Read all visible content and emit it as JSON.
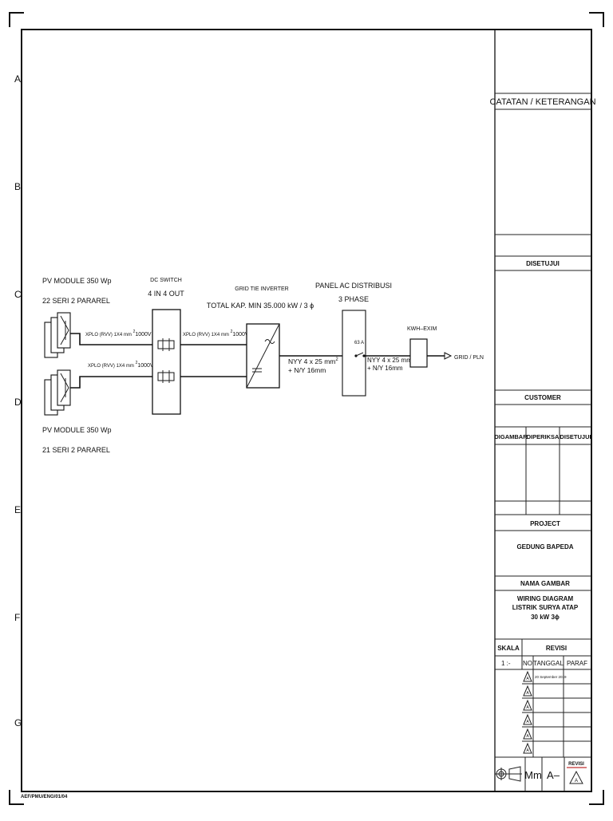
{
  "row_markers": [
    "A",
    "B",
    "C",
    "D",
    "E",
    "F",
    "G"
  ],
  "diagram": {
    "pv_top": {
      "line1": "PV MODULE 350 Wp",
      "line2": "22 SERI 2 PARAREL"
    },
    "pv_bottom": {
      "line1": "PV MODULE 350 Wp",
      "line2": "21 SERI 2 PARAREL"
    },
    "cable_dc": {
      "text": "XPLO (RVV) 1X4 mm",
      "sup": "2",
      "rating": "1000V"
    },
    "dc_switch": {
      "line1": "DC SWITCH",
      "line2": "4 IN 4 OUT"
    },
    "inverter": {
      "line1": "GRID TIE INVERTER",
      "line2": "TOTAL KAP. MIN 35.000 kW / 3 ɸ"
    },
    "cable_ac": {
      "line1": "NYY 4 x 25 mm",
      "sup": "2",
      "line2": "+ N/Y 16mm"
    },
    "panel": {
      "line1": "PANEL AC DISTRIBUSI",
      "line2": "3 PHASE",
      "breaker": "63 A"
    },
    "kwh": "KWH–EXIM",
    "grid": "GRID  /  PLN"
  },
  "title_block": {
    "notes": "CATATAN / KETERANGAN",
    "approved": "DISETUJUI",
    "customer": "CUSTOMER",
    "sign_columns": [
      "DIGAMBAR",
      "DIPERIKSA",
      "DISETUJUI"
    ],
    "project_label": "PROJECT",
    "project_name": "GEDUNG BAPEDA",
    "drawing_label": "NAMA GAMBAR",
    "drawing_name": [
      "WIRING  DIAGRAM",
      "LISTRIK SURYA ATAP",
      "30 kW 3ɸ"
    ],
    "scale_label": "SKALA",
    "revision_label": "REVISI",
    "scale_value": "1 :-",
    "rev_headers": [
      "NO",
      "TANGGAL",
      "PARAF"
    ],
    "rev_rows": [
      {
        "no": "A",
        "date": "20 September 2019"
      },
      {
        "no": "A",
        "date": ""
      },
      {
        "no": "A",
        "date": ""
      },
      {
        "no": "A",
        "date": ""
      },
      {
        "no": "A",
        "date": ""
      },
      {
        "no": "A",
        "date": ""
      }
    ],
    "footer_mm": "Mm",
    "footer_a": "A–",
    "footer_rev": "REVISI"
  },
  "doc_code": "AEF/PMU/ENG/01/04"
}
